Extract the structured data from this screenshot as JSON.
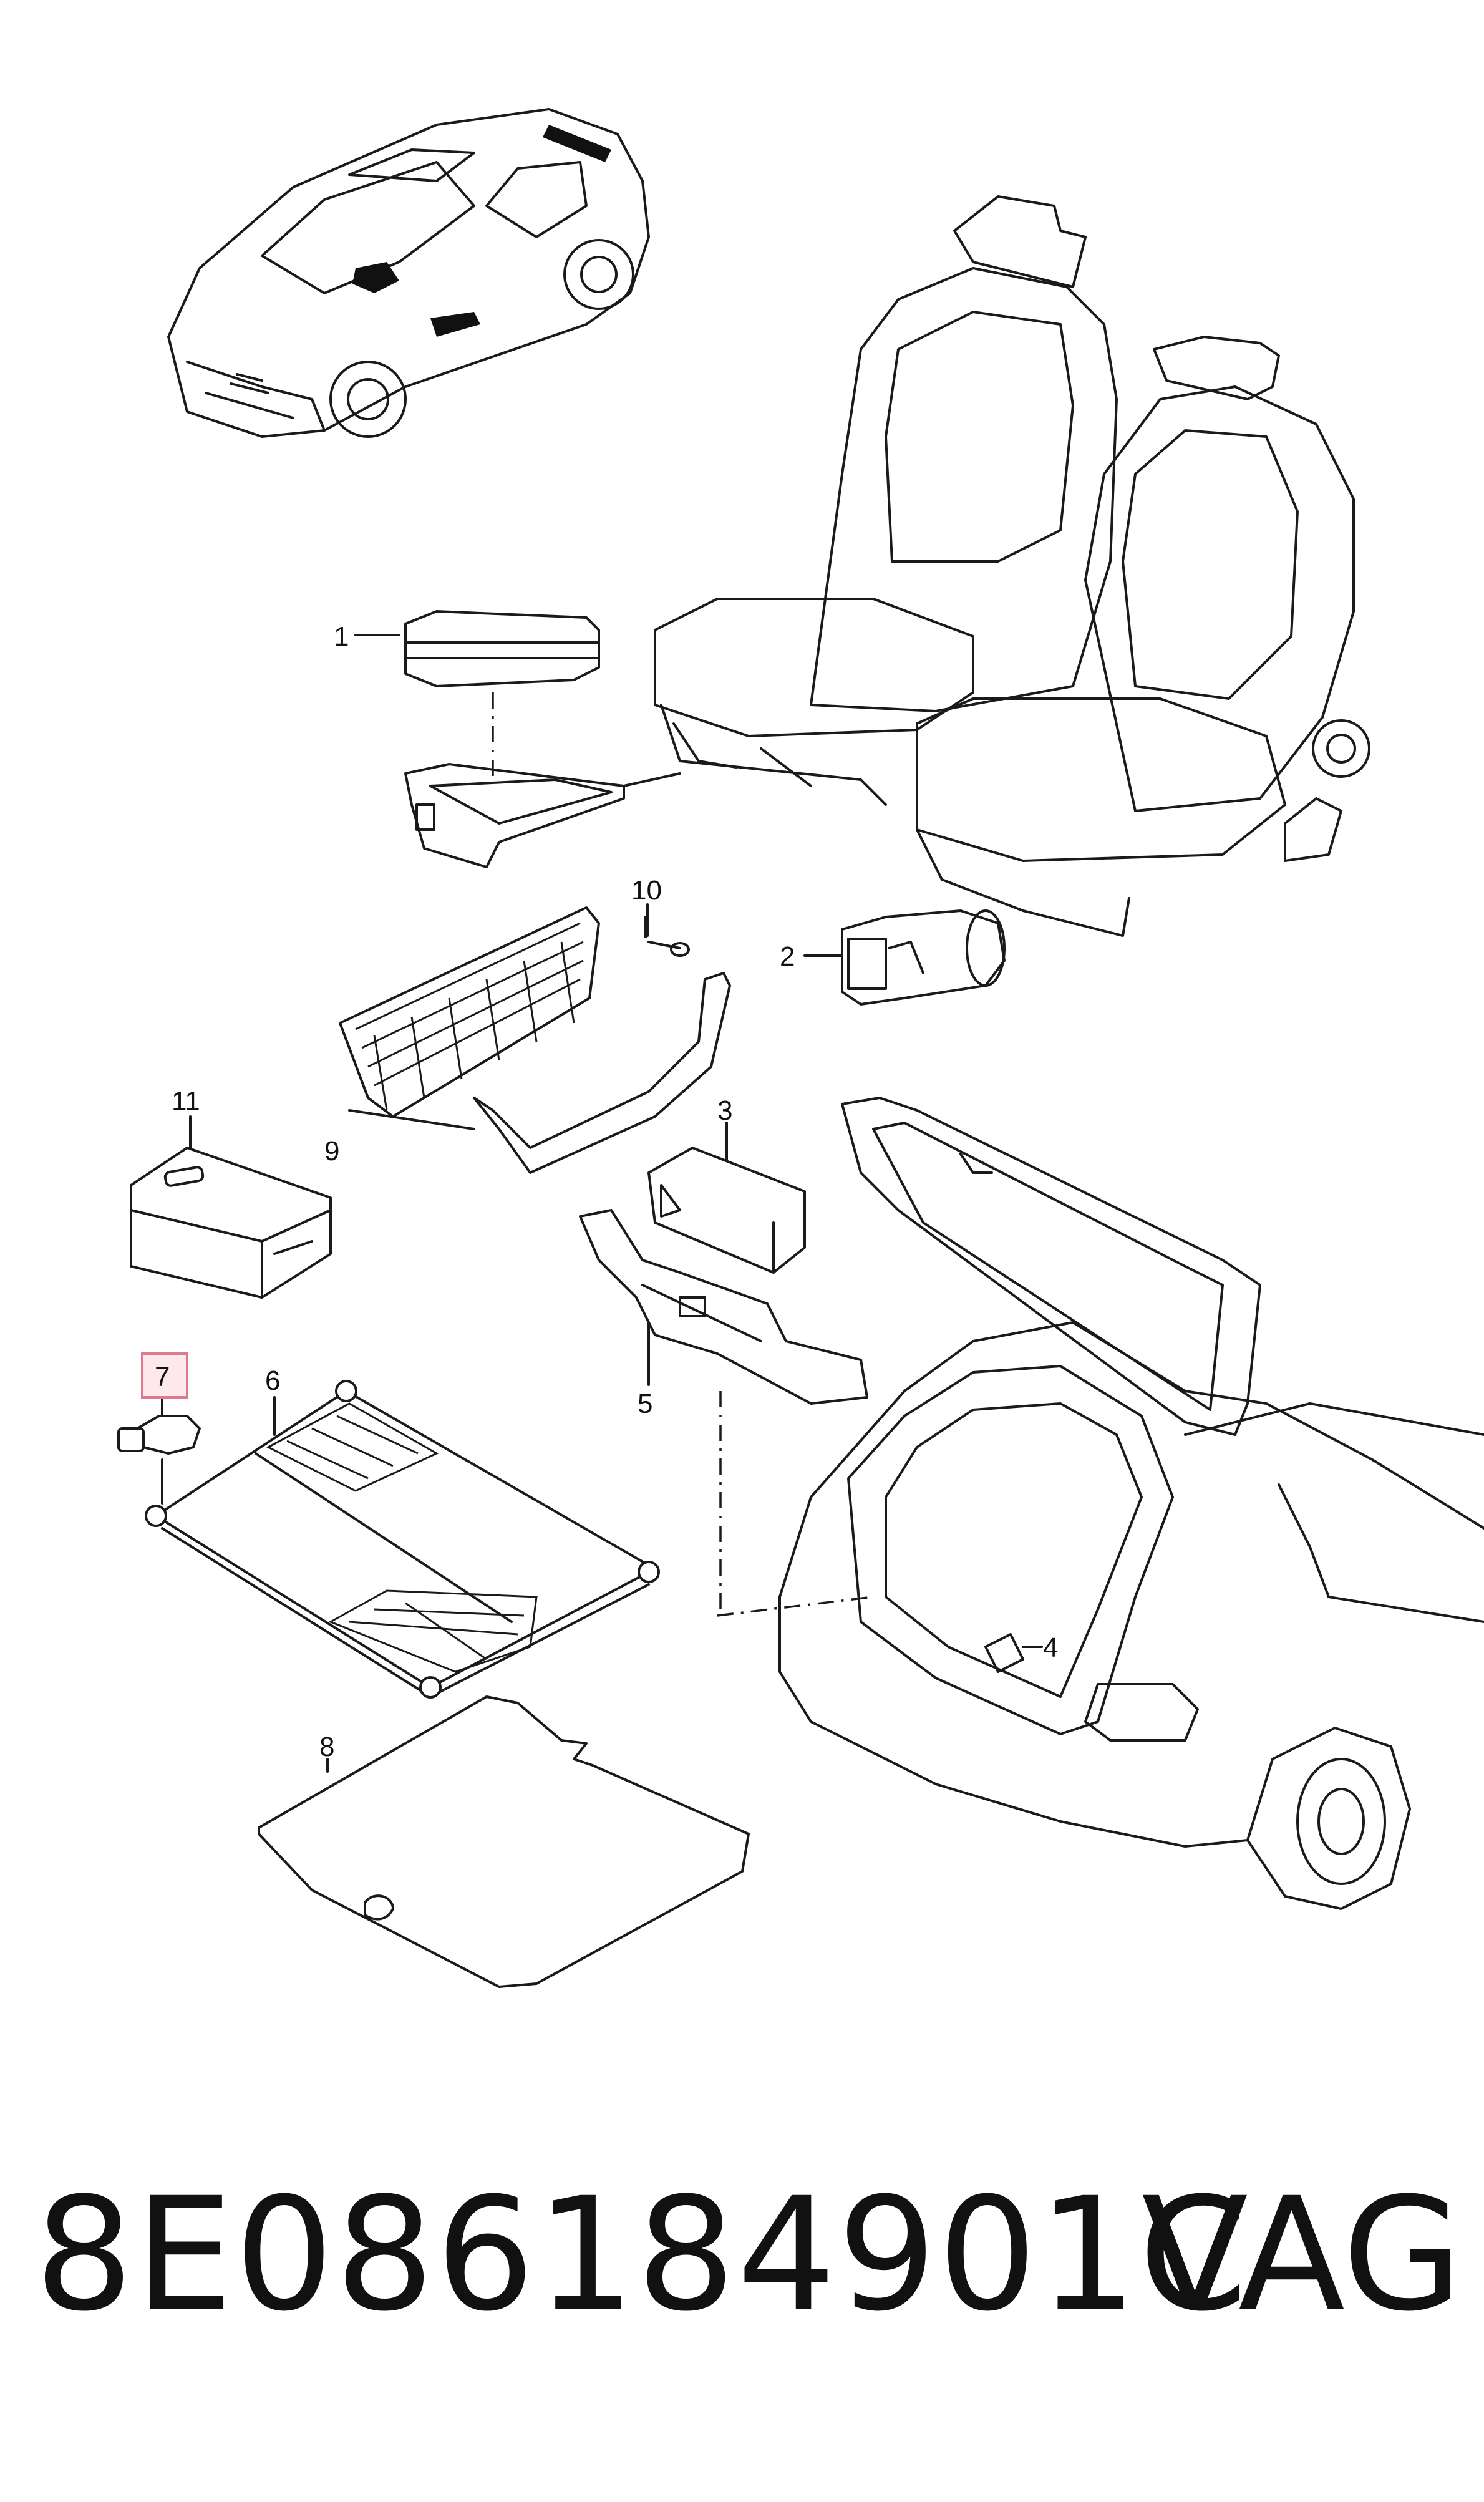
{
  "callouts": [
    {
      "id": "1",
      "label": "1"
    },
    {
      "id": "2",
      "label": "2"
    },
    {
      "id": "3",
      "label": "3"
    },
    {
      "id": "4",
      "label": "4"
    },
    {
      "id": "5",
      "label": "5"
    },
    {
      "id": "6",
      "label": "6"
    },
    {
      "id": "7",
      "label": "7",
      "highlighted": true
    },
    {
      "id": "8",
      "label": "8"
    },
    {
      "id": "9",
      "label": "9"
    },
    {
      "id": "10",
      "label": "10"
    },
    {
      "id": "11",
      "label": "11"
    }
  ],
  "footer": {
    "part_number": "8E086184901C",
    "brand": "VAG"
  },
  "colors": {
    "line": "#1a1a1a",
    "highlight_fill": "#fde9ec",
    "highlight_stroke": "#e07a8a"
  }
}
